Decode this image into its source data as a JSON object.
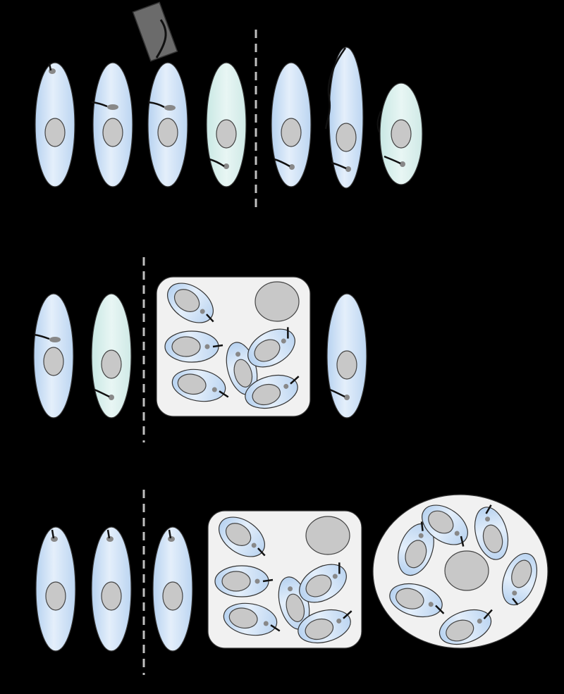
{
  "colors": {
    "background": "#000000",
    "cell_blue": "#cfe2f7",
    "cell_blue_light": "#eaf3fc",
    "cell_teal": "#d8efec",
    "nucleus": "#c8c8c8",
    "outline": "#333333",
    "flagellum": "#111111",
    "basal_body": "#888888",
    "panel_fill": "#f1f1f1",
    "divider": "#bfbfbf",
    "probe": "#6b6b6b"
  },
  "rows": [
    {
      "name": "row-1",
      "groups": [
        "promastigotes",
        "after-divider"
      ]
    },
    {
      "name": "row-2",
      "groups": [
        "promastigotes",
        "cluster-panel",
        "promastigote"
      ]
    },
    {
      "name": "row-3",
      "groups": [
        "promastigotes",
        "cluster-panel",
        "rosette-circle"
      ]
    }
  ]
}
